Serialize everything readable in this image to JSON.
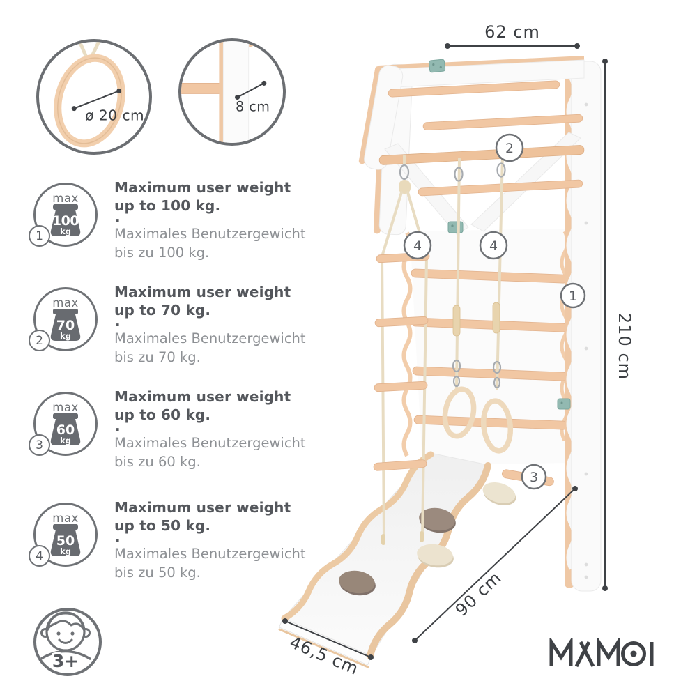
{
  "detail_callouts": [
    {
      "id": "ring-diameter",
      "label": "ø 20 cm"
    },
    {
      "id": "rail-depth",
      "label": "8 cm"
    }
  ],
  "weight_specs": [
    {
      "badge": "1",
      "icon_max": "max",
      "icon_value": "100",
      "icon_unit": "kg",
      "heading_line1": "Maximum user weight",
      "heading_line2": "up to 100 kg.",
      "separator": "·",
      "subtext_line1": "Maximales Benutzergewicht",
      "subtext_line2": "bis zu 100 kg."
    },
    {
      "badge": "2",
      "icon_max": "max",
      "icon_value": "70",
      "icon_unit": "kg",
      "heading_line1": "Maximum user weight",
      "heading_line2": "up to 70 kg.",
      "separator": "·",
      "subtext_line1": "Maximales Benutzergewicht",
      "subtext_line2": "bis zu 70 kg."
    },
    {
      "badge": "3",
      "icon_max": "max",
      "icon_value": "60",
      "icon_unit": "kg",
      "heading_line1": "Maximum user weight",
      "heading_line2": "up to 60 kg.",
      "separator": "·",
      "subtext_line1": "Maximales Benutzergewicht",
      "subtext_line2": "bis zu 60 kg."
    },
    {
      "badge": "4",
      "icon_max": "max",
      "icon_value": "50",
      "icon_unit": "kg",
      "heading_line1": "Maximum user weight",
      "heading_line2": "up to 50 kg.",
      "separator": "·",
      "subtext_line1": "Maximales Benutzergewicht",
      "subtext_line2": "bis zu 50 kg."
    }
  ],
  "age_recommendation": {
    "label": "3+"
  },
  "product_dimensions": {
    "top_width": "62 cm",
    "height": "210 cm",
    "slide_length": "90 cm",
    "slide_width": "46,5 cm"
  },
  "part_markers": {
    "frame": "1",
    "pullup_extension": "2",
    "slide": "3",
    "rope_ladder": "4",
    "gym_rings": "4"
  },
  "brand": {
    "name": "MAMOI"
  },
  "colors": {
    "text_dark": "#54575c",
    "text_muted": "#8d9094",
    "dimension_line": "#3f4246",
    "circle_border": "#6f7276",
    "wood": "#f1c7a3",
    "frame_white": "#fafafa",
    "bracket_teal": "#92b9b1",
    "stone_taupe": "#9b8a7e",
    "stone_cream": "#ece4d0",
    "logo": "#3f4246"
  }
}
